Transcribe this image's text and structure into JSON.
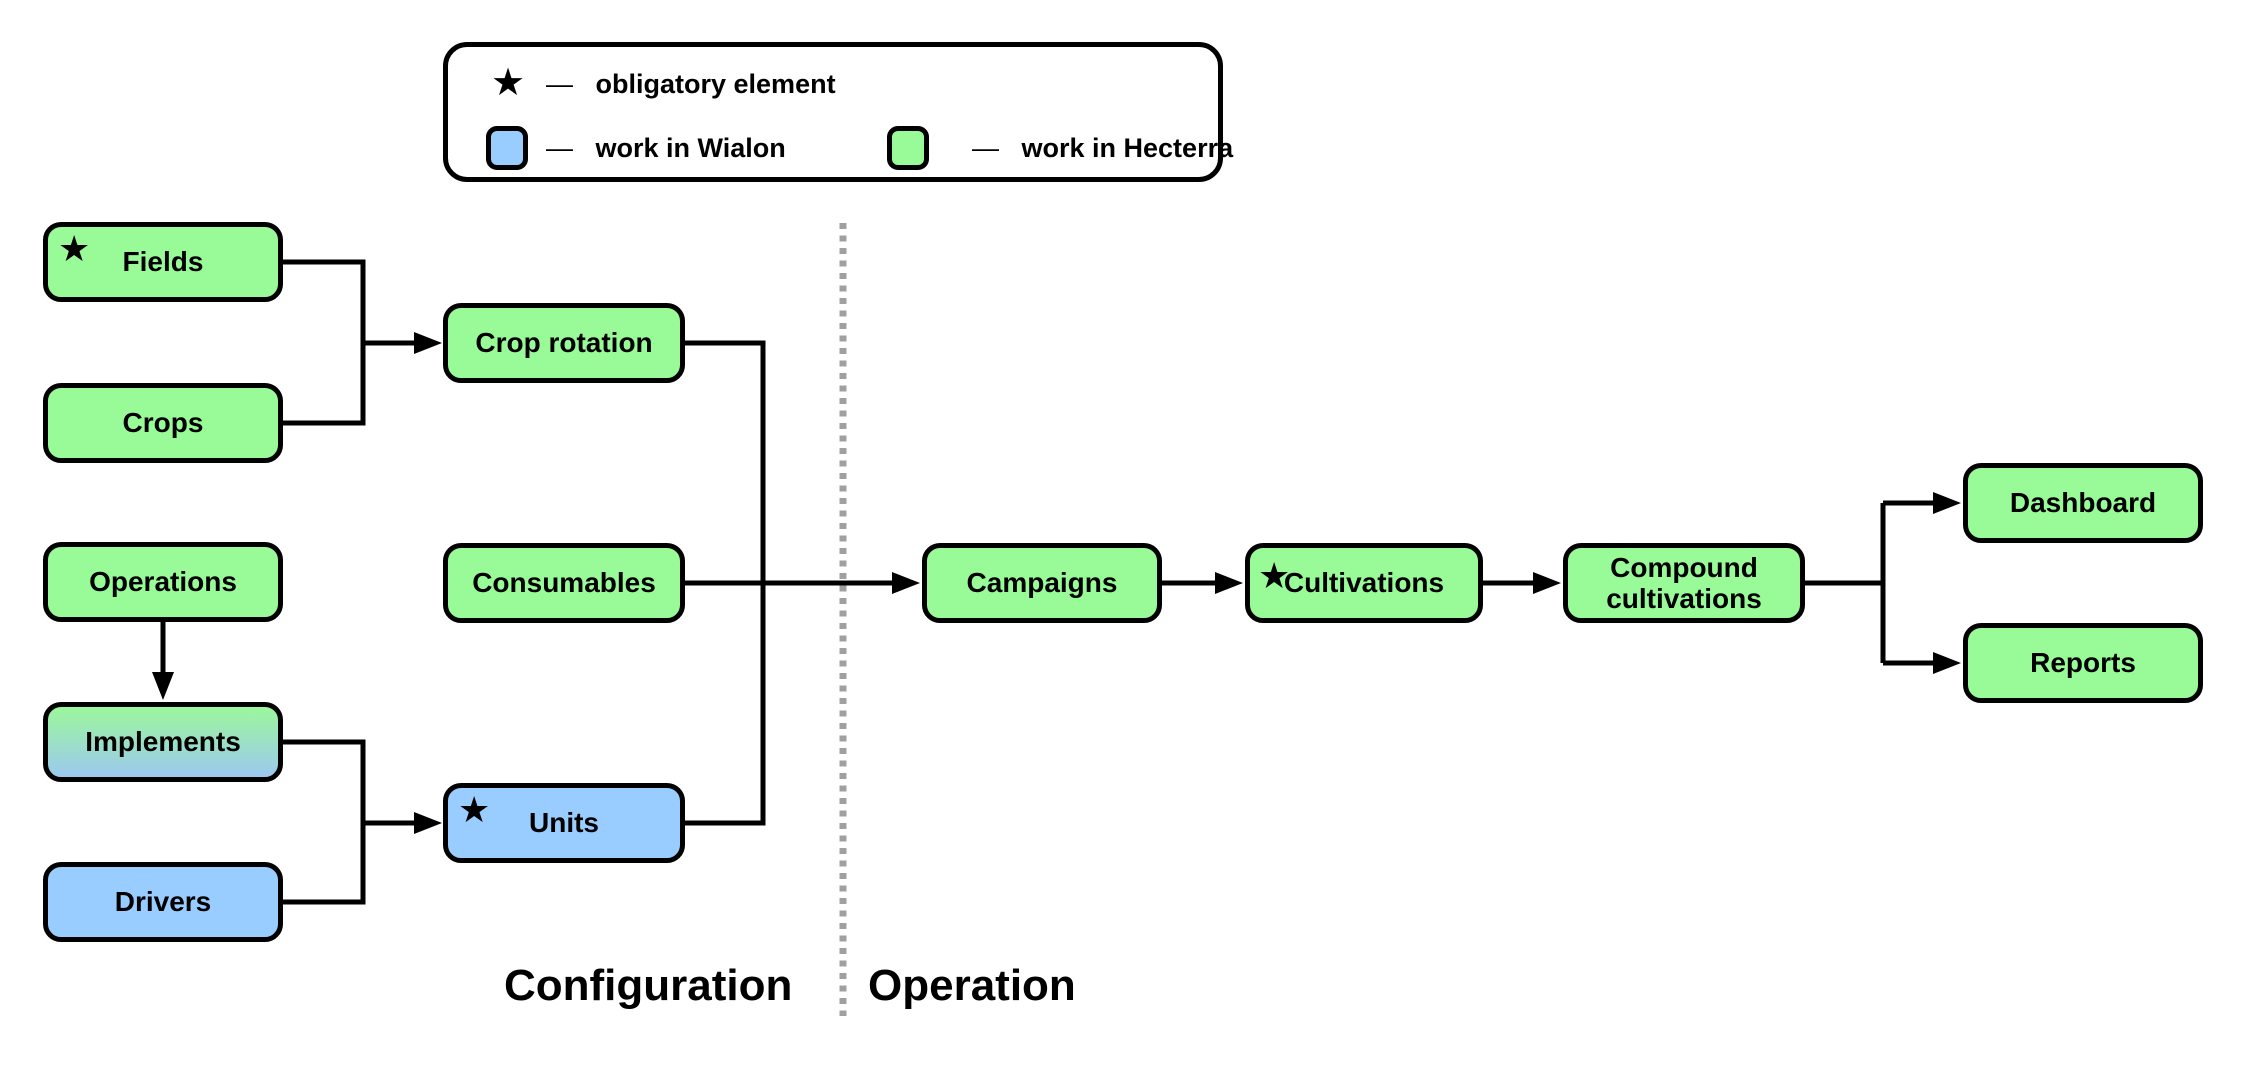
{
  "legend": {
    "obligatory": {
      "symbol": "star-icon",
      "glyph": "★",
      "dash": "—",
      "label": "obligatory element"
    },
    "wialon": {
      "symbol": "blue-swatch",
      "color": "#99CCFF",
      "dash": "—",
      "label": "work in Wialon"
    },
    "hecterra": {
      "symbol": "green-swatch",
      "color": "#98FB98",
      "dash": "—",
      "label": "work in Hecterra"
    }
  },
  "star_glyph": "★",
  "sections": {
    "configuration": "Configuration",
    "operation": "Operation"
  },
  "colors": {
    "hecterra_green": "#98FB98",
    "wialon_blue": "#99CCFF",
    "node_border": "#000000",
    "connector": "#000000",
    "divider_gray": "#A0A0A0",
    "background": "#FFFFFF"
  },
  "nodes": {
    "fields": {
      "label": "Fields",
      "obligatory": true,
      "system": "hecterra"
    },
    "crops": {
      "label": "Crops",
      "obligatory": false,
      "system": "hecterra"
    },
    "operations": {
      "label": "Operations",
      "obligatory": false,
      "system": "hecterra"
    },
    "implements": {
      "label": "Implements",
      "obligatory": false,
      "system": "hecterra-and-wialon"
    },
    "drivers": {
      "label": "Drivers",
      "obligatory": false,
      "system": "wialon"
    },
    "crop_rotation": {
      "label": "Crop rotation",
      "obligatory": false,
      "system": "hecterra"
    },
    "consumables": {
      "label": "Consumables",
      "obligatory": false,
      "system": "hecterra"
    },
    "units": {
      "label": "Units",
      "obligatory": true,
      "system": "wialon"
    },
    "campaigns": {
      "label": "Campaigns",
      "obligatory": false,
      "system": "hecterra"
    },
    "cultivations": {
      "label": "Cultivations",
      "obligatory": true,
      "system": "hecterra"
    },
    "compound_cultivations": {
      "label": "Compound cultivations",
      "obligatory": false,
      "system": "hecterra"
    },
    "dashboard": {
      "label": "Dashboard",
      "obligatory": false,
      "system": "hecterra"
    },
    "reports": {
      "label": "Reports",
      "obligatory": false,
      "system": "hecterra"
    }
  },
  "edges": [
    {
      "from": [
        "fields",
        "crops"
      ],
      "to": "crop_rotation"
    },
    {
      "from": "operations",
      "to": "implements"
    },
    {
      "from": [
        "implements",
        "drivers"
      ],
      "to": "units"
    },
    {
      "from": [
        "crop_rotation",
        "consumables",
        "units"
      ],
      "to": "campaigns"
    },
    {
      "from": "campaigns",
      "to": "cultivations"
    },
    {
      "from": "cultivations",
      "to": "compound_cultivations"
    },
    {
      "from": "compound_cultivations",
      "to": [
        "dashboard",
        "reports"
      ]
    }
  ]
}
